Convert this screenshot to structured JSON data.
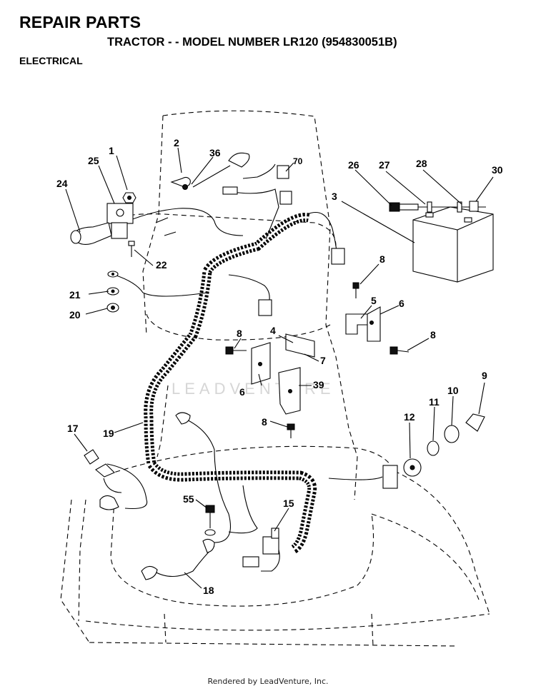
{
  "header": {
    "title": "REPAIR PARTS",
    "subtitle": "TRACTOR - - MODEL NUMBER LR120 (954830051B)",
    "section": "ELECTRICAL"
  },
  "watermark": "LEADVENTURE",
  "footer": "Rendered by LeadVenture, Inc.",
  "callouts": {
    "c1": "1",
    "c2": "2",
    "c36": "36",
    "c70": "70",
    "c25": "25",
    "c24": "24",
    "c26": "26",
    "c27": "27",
    "c28": "28",
    "c30": "30",
    "c3": "3",
    "c22": "22",
    "c8a": "8",
    "c21": "21",
    "c20": "20",
    "c5": "5",
    "c6a": "6",
    "c8b": "8",
    "c4": "4",
    "c7": "7",
    "c8c": "8",
    "c6b": "6",
    "c39": "39",
    "c9": "9",
    "c10": "10",
    "c11": "11",
    "c12": "12",
    "c17": "17",
    "c19": "19",
    "c8d": "8",
    "c55": "55",
    "c15": "15",
    "c18": "18"
  }
}
